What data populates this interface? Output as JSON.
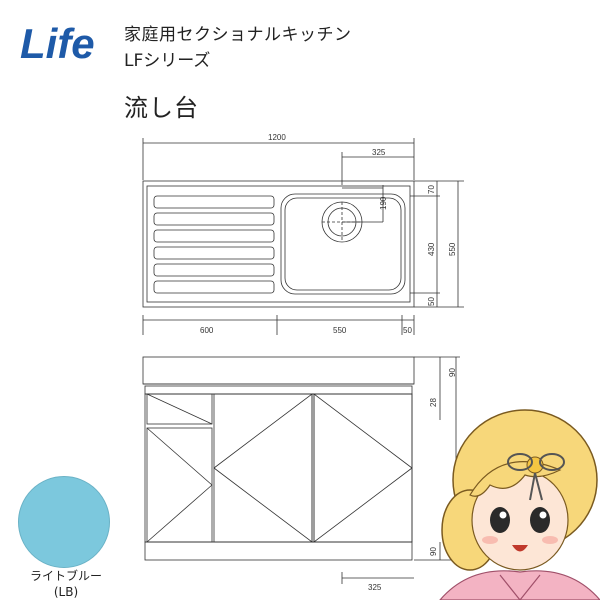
{
  "brand": {
    "logo_text": "Life",
    "logo_color": "#1e5aa8"
  },
  "header": {
    "line1": "家庭用セクショナルキッチン",
    "line2": "LFシリーズ",
    "product_name": "流し台"
  },
  "dimensions": {
    "total_width": "1200",
    "basin_offset_top": "325",
    "drain_offset": "190",
    "depth_70": "70",
    "depth_430": "430",
    "depth_550": "550",
    "depth_50": "50",
    "drainboard_width": "600",
    "sink_width": "550",
    "edge_50": "50",
    "front_90": "90",
    "front_28": "28",
    "bottom_90": "90",
    "bottom_325": "325"
  },
  "color_option": {
    "name": "ライトブルー",
    "code": "(LB)",
    "hex": "#7cc8dd"
  }
}
